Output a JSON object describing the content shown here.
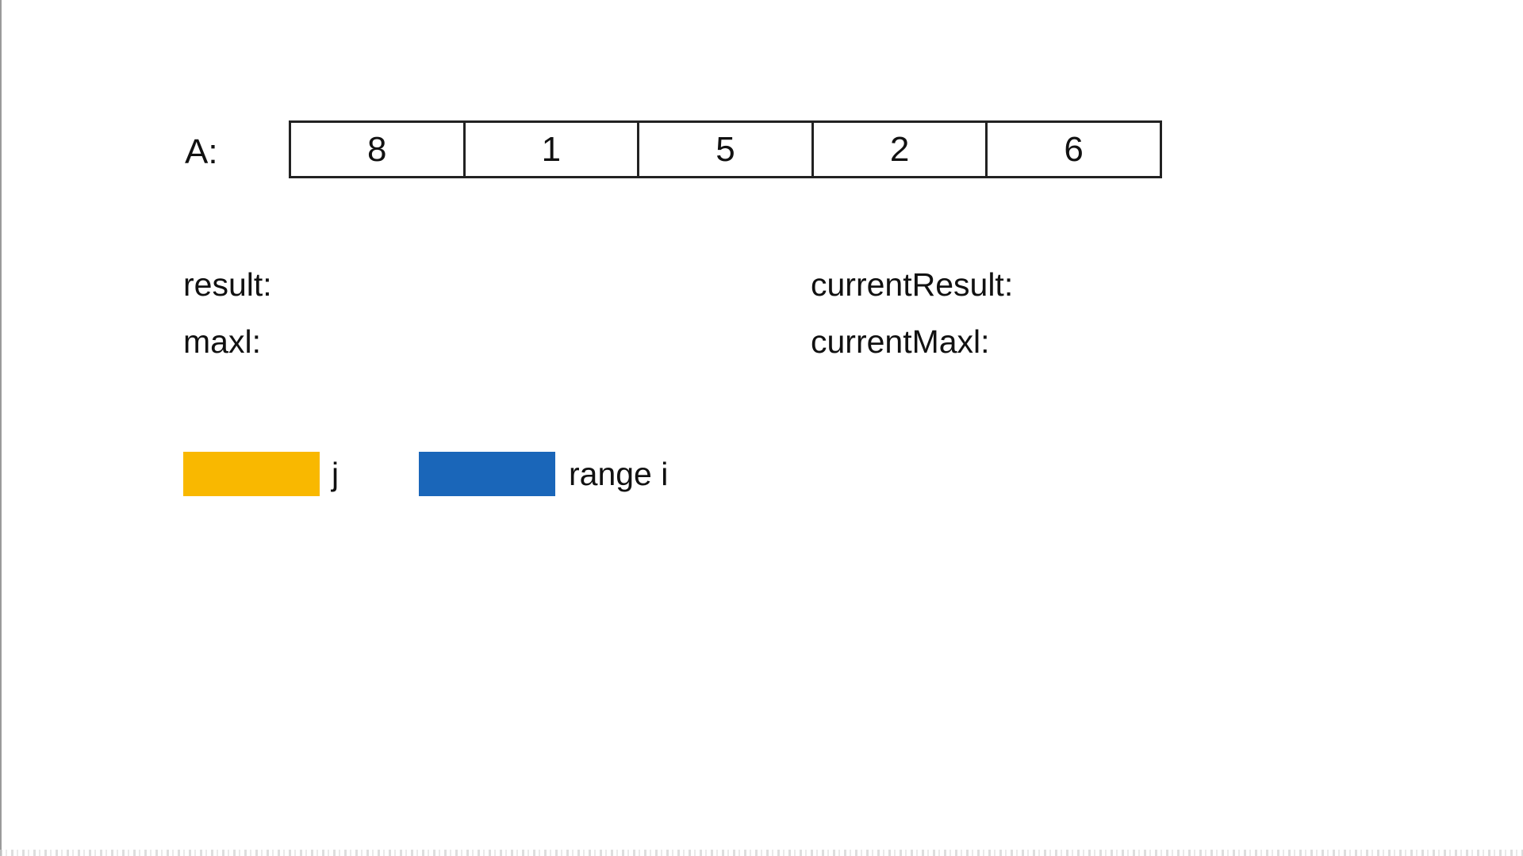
{
  "array": {
    "label": "A:",
    "cells": [
      "8",
      "1",
      "5",
      "2",
      "6"
    ]
  },
  "variables": {
    "result_label": "result:",
    "maxl_label": "maxl:",
    "current_result_label": "currentResult:",
    "current_maxl_label": "currentMaxl:"
  },
  "legend": {
    "items": [
      {
        "label": "j",
        "color": "#F9B800"
      },
      {
        "label": "range i",
        "color": "#1A66B9"
      }
    ]
  }
}
